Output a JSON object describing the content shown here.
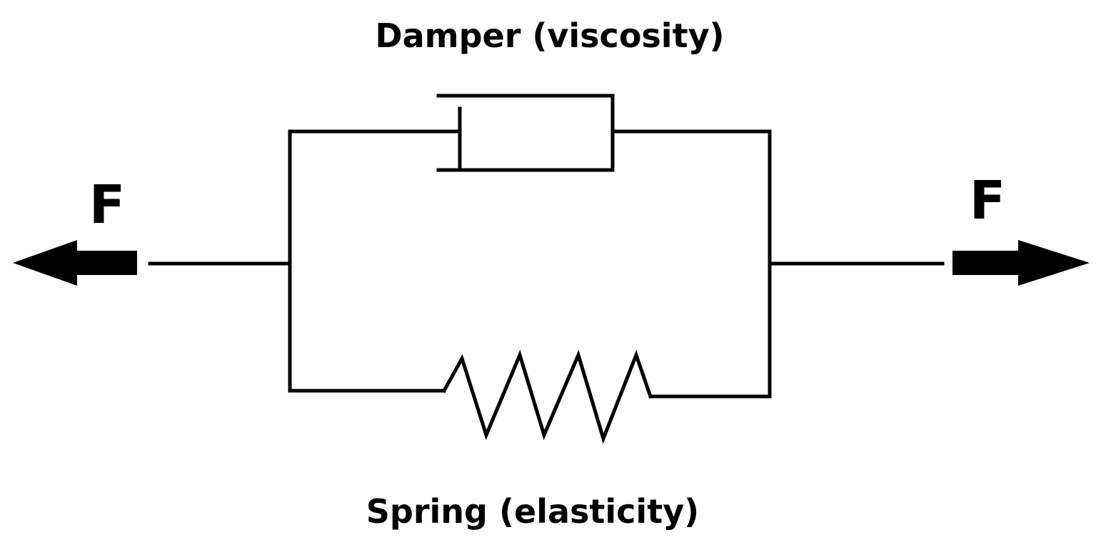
{
  "damper": {
    "label": "Damper (viscosity)"
  },
  "spring": {
    "label": "Spring (elasticity)"
  },
  "forces": {
    "left": {
      "symbol": "F",
      "direction": "left"
    },
    "right": {
      "symbol": "F",
      "direction": "right"
    }
  },
  "colors": {
    "line": "#000000",
    "background": "#ffffff"
  }
}
